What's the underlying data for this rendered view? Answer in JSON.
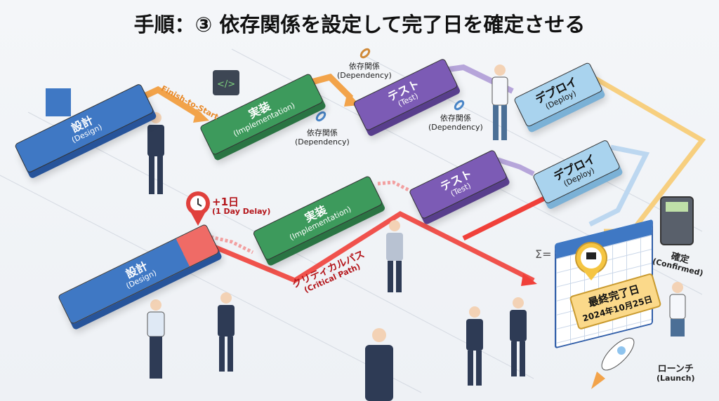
{
  "title": "手順：③ 依存関係を設定して完了日を確定させる",
  "top_row": [
    {
      "jp": "設計",
      "en": "(Design)",
      "color": "#3f78c4"
    },
    {
      "jp": "実装",
      "en": "(Implementation)",
      "color": "#3d9a5c"
    },
    {
      "jp": "テスト",
      "en": "(Test)",
      "color": "#7c5bb5"
    },
    {
      "jp": "デプロイ",
      "en": "(Deploy)",
      "color": "#a9d3ee"
    }
  ],
  "bottom_row": [
    {
      "jp": "設計",
      "en": "(Design)"
    },
    {
      "jp": "実装",
      "en": "(Implementation)"
    },
    {
      "jp": "テスト",
      "en": "(Test)"
    },
    {
      "jp": "デプロイ",
      "en": "(Deploy)"
    }
  ],
  "links": {
    "finish_to_start": "Finish-to-Start",
    "dep_jp": "依存関係",
    "dep_en": "(Dependency)"
  },
  "delay": {
    "jp": "+1日",
    "en": "(1 Day Delay)"
  },
  "critical_path": {
    "jp": "クリティカルパス",
    "en": "(Critical Path)"
  },
  "sigma": "Σ=",
  "final": {
    "title": "最終完了日",
    "date": "2024年10月25日"
  },
  "confirmed": {
    "jp": "確定",
    "en": "(Confirmed)"
  },
  "launch": {
    "jp": "ローンチ",
    "en": "(Launch)"
  }
}
